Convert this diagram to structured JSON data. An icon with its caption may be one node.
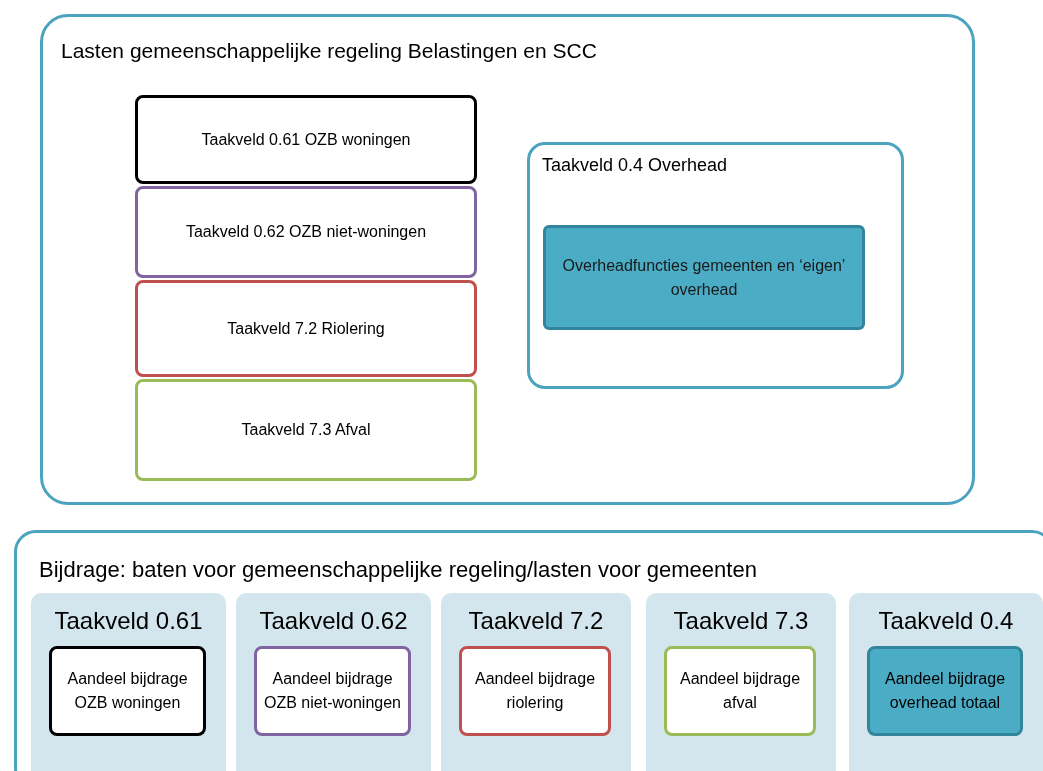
{
  "diagram": {
    "nodes": [
      {
        "text": [
          "Lasten gemeenschappelijke regeling Belastingen en SCC"
        ]
      },
      {
        "text": [
          "Taakveld 0.61 OZB woningen"
        ],
        "in": 0
      },
      {
        "text": [
          "Taakveld 0.62 OZB niet-woningen"
        ],
        "in": 0
      },
      {
        "text": [
          "Taakveld 7.2 Riolering"
        ],
        "in": 0
      },
      {
        "text": [
          "Taakveld 7.3 Afval"
        ],
        "in": 0
      },
      {
        "text": [
          "Taakveld 0.4 Overhead"
        ],
        "in": 0
      },
      {
        "text": [
          "Overheadfuncties gemeenten en ‘eigen’ overhead"
        ],
        "in": 5
      },
      {
        "text": [
          "Bijdrage: baten voor gemeenschappelijke regeling/lasten voor gemeenten"
        ]
      },
      {
        "text": [
          "Taakveld 0.61"
        ],
        "in": 7
      },
      {
        "text": [
          "Aandeel bijdrage OZB woningen"
        ],
        "in": 8
      },
      {
        "text": [
          "Taakveld 0.62"
        ],
        "in": 7
      },
      {
        "text": [
          "Aandeel bijdrage OZB niet-woningen"
        ],
        "in": 10
      },
      {
        "text": [
          "Taakveld 7.2"
        ],
        "in": 7
      },
      {
        "text": [
          "Aandeel bijdrage riolering"
        ],
        "in": 12
      },
      {
        "text": [
          "Taakveld 7.3"
        ],
        "in": 7
      },
      {
        "text": [
          "Aandeel bijdrage afval"
        ],
        "in": 14
      },
      {
        "text": [
          "Taakveld 0.4"
        ],
        "in": 7
      },
      {
        "text": [
          "Aandeel bijdrage overhead totaal"
        ],
        "in": 16
      }
    ]
  }
}
